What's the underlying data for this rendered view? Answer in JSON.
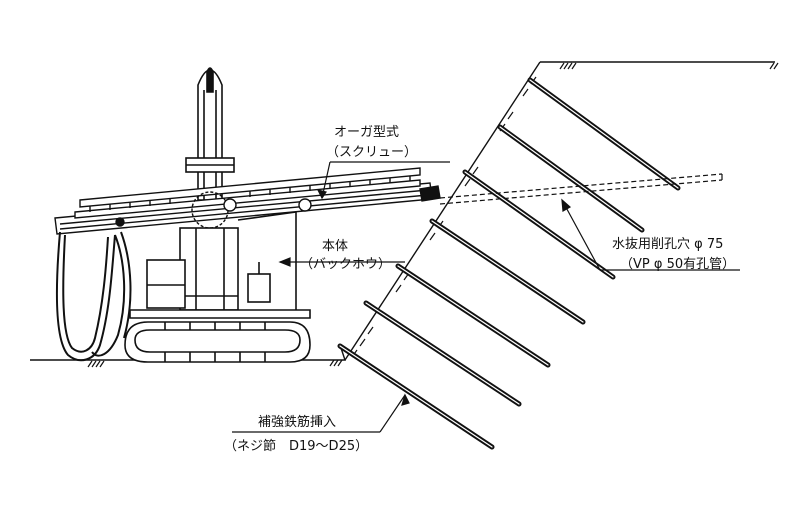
{
  "labels": {
    "auger_title": "オーガ型式",
    "auger_sub": "（スクリュー）",
    "body_title": "本体",
    "body_sub": "（バックホウ）",
    "drain_title": "水抜用削孔穴 φ 75",
    "drain_sub": "（VP φ 50有孔管）",
    "rebar_title": "補強鉄筋挿入",
    "rebar_sub": "（ネジ節　D19～D25）"
  },
  "colors": {
    "ink": "#111111",
    "paper": "#ffffff"
  }
}
